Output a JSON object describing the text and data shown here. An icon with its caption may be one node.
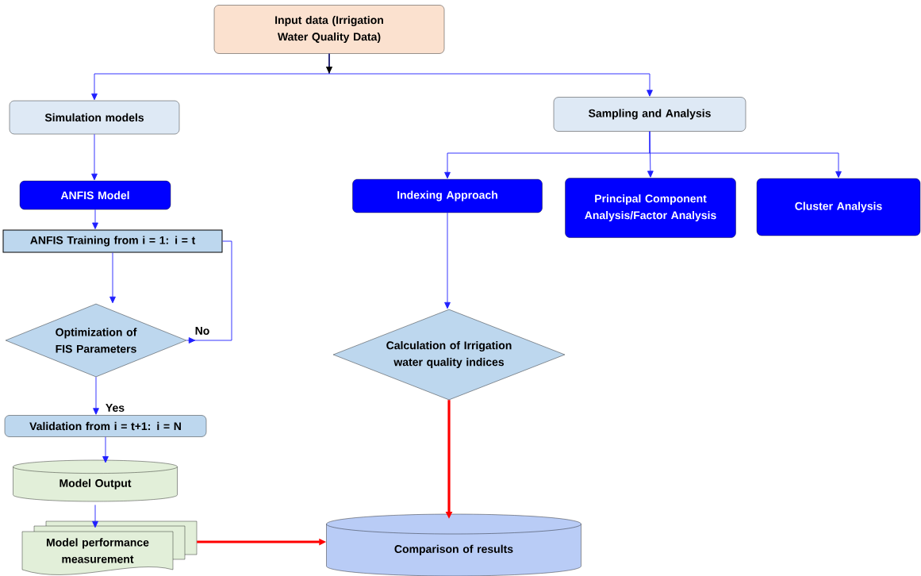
{
  "diagram": {
    "nodes": [
      {
        "text": [
          "Input data (Irrigation Water Quality Data)"
        ]
      },
      {
        "text": [
          "Simulation models"
        ]
      },
      {
        "text": [
          "Sampling and Analysis"
        ]
      },
      {
        "text": [
          "ANFIS Model"
        ]
      },
      {
        "text": [
          "ANFIS Training from i = 1: i = t"
        ]
      },
      {
        "text": [
          "Optimization of FIS Parameters"
        ]
      },
      {
        "text": [
          "Validation from i = t+1: i = N"
        ]
      },
      {
        "text": [
          "Model  Output"
        ]
      },
      {
        "text": [
          "Model performance measurement"
        ]
      },
      {
        "text": [
          "Indexing Approach"
        ]
      },
      {
        "text": [
          "Principal Component Analysis/Factor Analysis"
        ]
      },
      {
        "text": [
          "Cluster Analysis"
        ]
      },
      {
        "text": [
          "Calculation of Irrigation water quality indices"
        ]
      },
      {
        "text": [
          "Comparison of results"
        ]
      }
    ],
    "edges": [
      {
        "from": 0,
        "to": 1,
        "arrow": "to"
      },
      {
        "from": 0,
        "to": 2,
        "arrow": "to"
      },
      {
        "from": 1,
        "to": 3,
        "arrow": "to"
      },
      {
        "from": 3,
        "to": 4,
        "arrow": "to"
      },
      {
        "from": 4,
        "to": 5,
        "arrow": "to"
      },
      {
        "from": 5,
        "to": 4,
        "arrow": "to",
        "label": "No"
      },
      {
        "from": 5,
        "to": 6,
        "arrow": "to",
        "label": "Yes"
      },
      {
        "from": 6,
        "to": 7,
        "arrow": "to"
      },
      {
        "from": 7,
        "to": 8,
        "arrow": "to"
      },
      {
        "from": 8,
        "to": 13,
        "arrow": "to",
        "style": "thick",
        "color": "#ff0000"
      },
      {
        "from": 2,
        "to": 9,
        "arrow": "to"
      },
      {
        "from": 2,
        "to": 10,
        "arrow": "to"
      },
      {
        "from": 2,
        "to": 11,
        "arrow": "to"
      },
      {
        "from": 9,
        "to": 12,
        "arrow": "to"
      },
      {
        "from": 12,
        "to": 13,
        "arrow": "to",
        "style": "thick",
        "color": "#ff0000"
      }
    ]
  }
}
